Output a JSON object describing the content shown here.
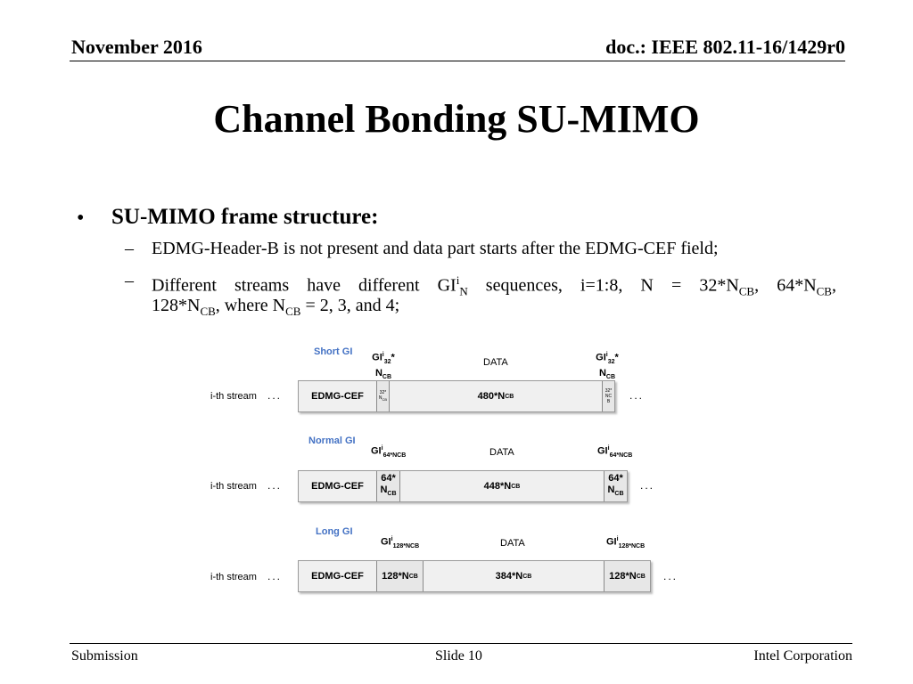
{
  "header": {
    "date": "November 2016",
    "doc": "doc.: IEEE 802.11-16/1429r0"
  },
  "title": "Channel Bonding SU-MIMO",
  "bullet": {
    "marker": "•",
    "text": "SU-MIMO frame structure:",
    "dash": "–",
    "sub1": "EDMG-Header-B is not present and data part starts after the EDMG-CEF field;",
    "sub2": {
      "p1": "Different streams have different GI",
      "sup_i": "i",
      "sub_N": "N",
      "p2": " sequences, i=1:8, N = 32*N",
      "cb": "CB",
      "p3": ", 64*N",
      "p4": ",",
      "p5": "128*N",
      "p6": ", where N",
      "p7": " = 2, 3, and 4;"
    }
  },
  "diagram": {
    "stream_label": "i-th stream",
    "dots": "...",
    "cef": "EDMG-CEF",
    "data_label": "DATA",
    "short": {
      "title": "Short GI",
      "gi": "GI",
      "sup": "i",
      "sub": "32",
      "star": "*",
      "n": "N",
      "cb": "CB",
      "cell_tiny1": "32*",
      "cell_tiny2": "N",
      "cell_tiny_sub": "CB",
      "cell_tiny_r1": "32*",
      "cell_tiny_r2": "NC",
      "cell_tiny_r3": "B",
      "data": "480*N"
    },
    "normal": {
      "title": "Normal GI",
      "gi": "GI",
      "sup": "i",
      "sub": "64*NCB",
      "cell1": "64*",
      "cell2": "N",
      "cb": "CB",
      "data": "448*N"
    },
    "long": {
      "title": "Long GI",
      "gi": "GI",
      "sup": "i",
      "sub": "128*NCB",
      "cell": "128*N",
      "cb": "CB",
      "data": "384*N"
    }
  },
  "footer": {
    "left": "Submission",
    "mid": "Slide 10",
    "right": "Intel Corporation"
  }
}
